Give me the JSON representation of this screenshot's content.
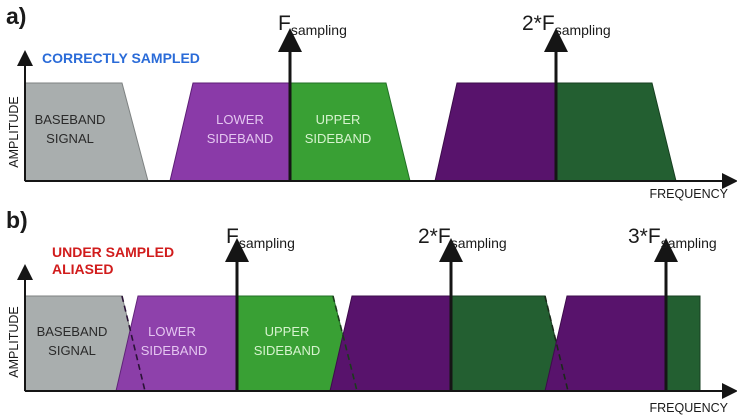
{
  "colors": {
    "baseband": "#a9aeae",
    "lower": "#8a3aa8",
    "upper": "#39a034",
    "purple_dark": "#58136c",
    "green_dark": "#235f31",
    "axis": "#151515",
    "status_blue": "#2a6bd8",
    "status_red": "#d11c1c"
  },
  "panel_a": {
    "letter": "a)",
    "status": "CORRECTLY SAMPLED",
    "y_axis": "AMPLITUDE",
    "x_axis": "FREQUENCY",
    "bands": {
      "baseband_1": "BASEBAND",
      "baseband_2": "SIGNAL",
      "lower_1": "LOWER",
      "lower_2": "SIDEBAND",
      "upper_1": "UPPER",
      "upper_2": "SIDEBAND"
    },
    "markers": [
      {
        "prefix": "",
        "symbol": "F",
        "sub": "sampling"
      },
      {
        "prefix": "2*",
        "symbol": "F",
        "sub": "sampling"
      }
    ]
  },
  "panel_b": {
    "letter": "b)",
    "status_1": "UNDER SAMPLED",
    "status_2": "ALIASED",
    "y_axis": "AMPLITUDE",
    "x_axis": "FREQUENCY",
    "bands": {
      "baseband_1": "BASEBAND",
      "baseband_2": "SIGNAL",
      "lower_1": "LOWER",
      "lower_2": "SIDEBAND",
      "upper_1": "UPPER",
      "upper_2": "SIDEBAND"
    },
    "markers": [
      {
        "prefix": "",
        "symbol": "F",
        "sub": "sampling"
      },
      {
        "prefix": "2*",
        "symbol": "F",
        "sub": "sampling"
      },
      {
        "prefix": "3*",
        "symbol": "F",
        "sub": "sampling"
      }
    ]
  }
}
